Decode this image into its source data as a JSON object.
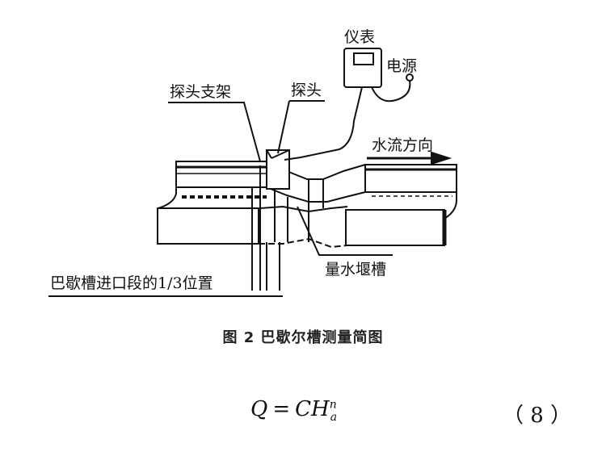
{
  "labels": {
    "meter": "仪表",
    "power": "电源",
    "probe_bracket": "探头支架",
    "probe": "探头",
    "flow_direction": "水流方向",
    "flume": "量水堰槽",
    "position": "巴歇槽进口段的1/3位置"
  },
  "caption": "图 2   巴歇尔槽测量简图",
  "formula": {
    "lhs": "Q",
    "eq": "=",
    "coef": "C",
    "var": "H",
    "subscript": "a",
    "superscript": "n",
    "number": "（ 8 ）"
  }
}
